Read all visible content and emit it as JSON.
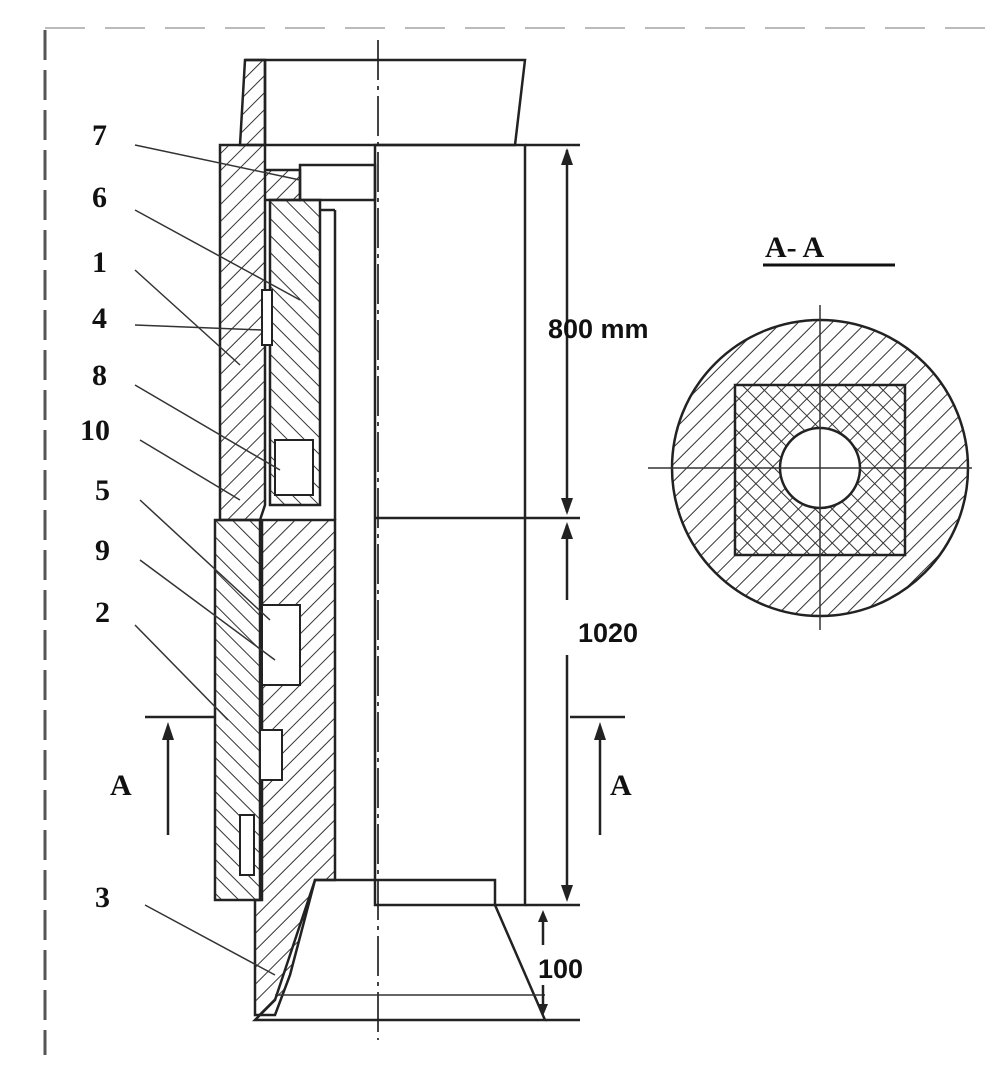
{
  "part_labels": [
    "7",
    "6",
    "1",
    "4",
    "8",
    "10",
    "5",
    "9",
    "2",
    "3"
  ],
  "dimensions": {
    "upper": "800 mm",
    "middle": "1020",
    "lower": "100"
  },
  "section_marks": {
    "left": "A",
    "right": "A"
  },
  "section_title": "A- A",
  "colors": {
    "line": "#222222",
    "background": "#ffffff"
  }
}
